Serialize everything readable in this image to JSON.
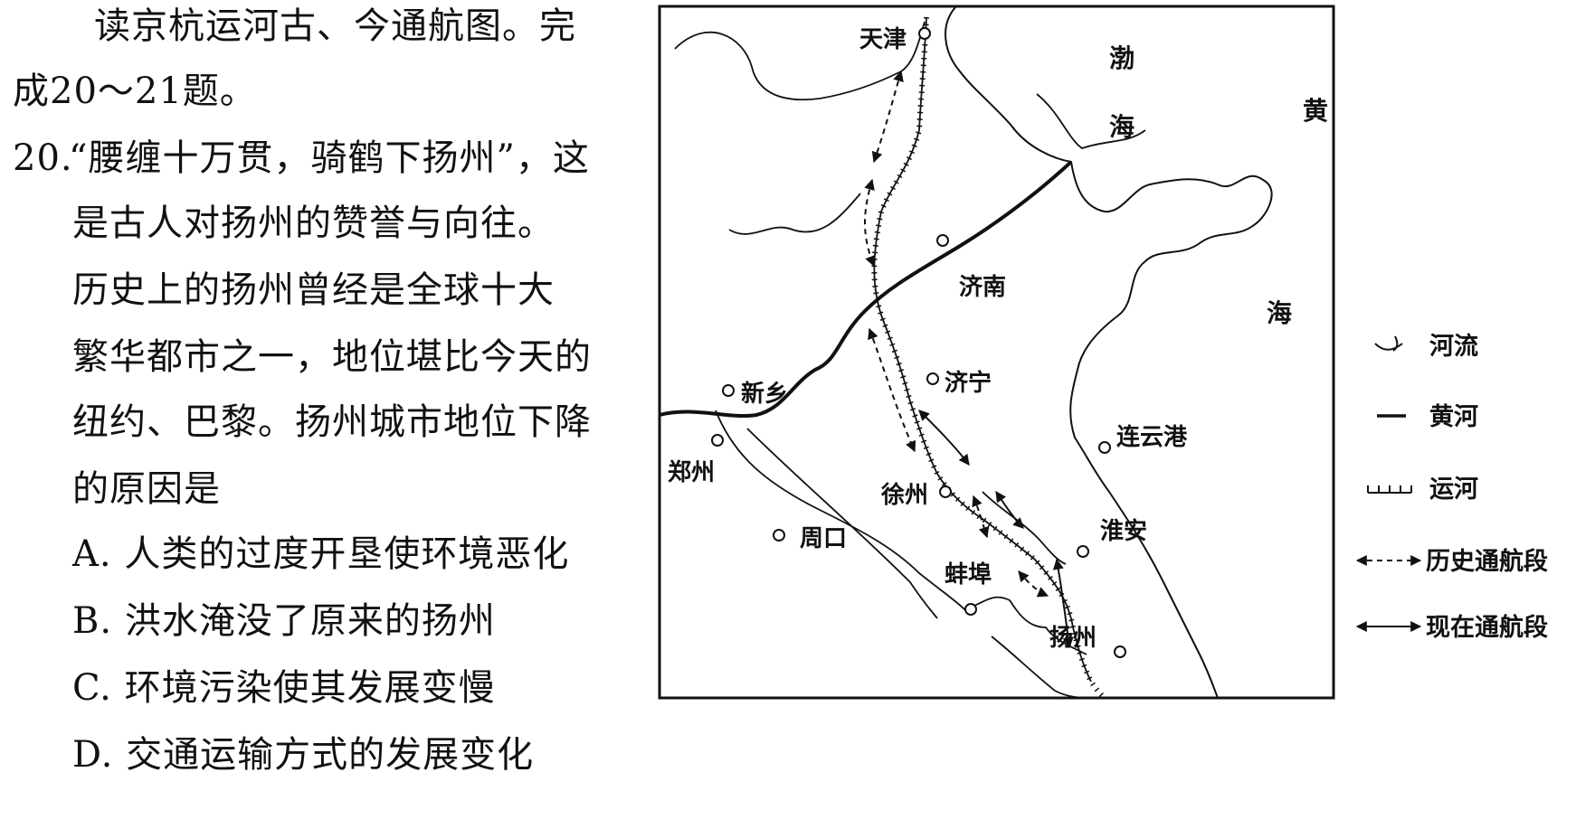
{
  "question": {
    "intro_line1": "读京杭运河古、今通航图。完",
    "intro_line2": "成20～21题。",
    "number": "20.",
    "stem_line1": "“腰缠十万贯，骑鹤下扬州”，这",
    "stem_line2": "是古人对扬州的赞誉与向往。",
    "stem_line3": "历史上的扬州曾经是全球十大",
    "stem_line4": "繁华都市之一，地位堪比今天的",
    "stem_line5": "纽约、巴黎。扬州城市地位下降",
    "stem_line6": "的原因是",
    "options": [
      "A. 人类的过度开垦使环境恶化",
      "B. 洪水淹没了原来的扬州",
      "C. 环境污染使其发展变慢",
      "D. 交通运输方式的发展变化"
    ]
  },
  "map": {
    "cities": {
      "tianjin": "天津",
      "jinan": "济南",
      "xinxiang": "新乡",
      "jining": "济宁",
      "zhengzhou": "郑州",
      "xuzhou": "徐州",
      "lianyungang": "连云港",
      "zhoukou": "周口",
      "huaian": "淮安",
      "bengbu": "蚌埠",
      "yangzhou": "扬州"
    },
    "seas": {
      "bohai_1": "渤",
      "bohai_2": "海",
      "huanghai_1": "黄",
      "huanghai_2": "海"
    }
  },
  "legend": {
    "river": "河流",
    "yellow_river": "黄河",
    "canal": "运河",
    "historical": "历史通航段",
    "current": "现在通航段"
  }
}
